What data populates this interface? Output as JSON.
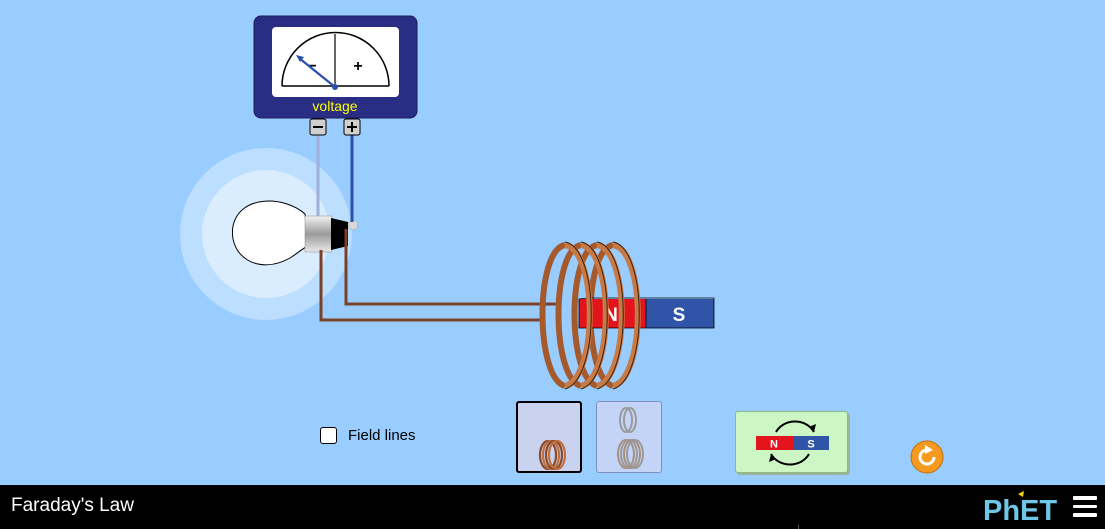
{
  "app": {
    "title": "Faraday's Law"
  },
  "voltmeter": {
    "label": "voltage",
    "minus_symbol": "−",
    "plus_symbol": "+"
  },
  "magnet": {
    "north_label": "N",
    "south_label": "S"
  },
  "controls": {
    "field_lines_label": "Field lines",
    "field_lines_checked": false,
    "coil_selector": {
      "options": [
        "one-coil-icon",
        "two-coils-icon"
      ],
      "selected_index": 0
    },
    "flip_magnet_button": {
      "north_label": "N",
      "south_label": "S"
    },
    "reset_icon": "reset-icon"
  },
  "navbar": {
    "logo_text": "PhET",
    "menu_icon": "hamburger-menu-icon"
  },
  "colors": {
    "background": "#99ccff",
    "north": "#e3141b",
    "south": "#2f54a8",
    "voltmeter_body": "#2a2d84",
    "wire": "#8a4a2a",
    "coil": "#c07040",
    "reset": "#f59a1e",
    "voltage_text": "#ffff00"
  }
}
